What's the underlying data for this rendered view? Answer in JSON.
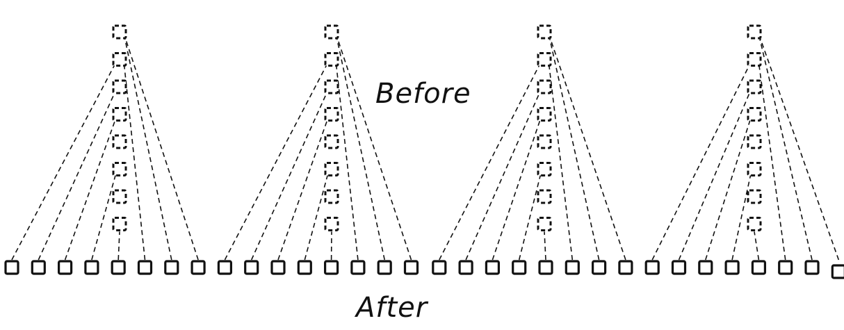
{
  "labels": {
    "before": "Before",
    "after": "After"
  },
  "colors": {
    "ink": "#111111",
    "background": "#ffffff"
  },
  "diagram": {
    "group_count": 4,
    "stacked_boxes_per_group": 8,
    "row_boxes_per_group": 8,
    "stacked_box_style": "dashed",
    "row_box_style": "solid",
    "connector_style": "dashed"
  }
}
